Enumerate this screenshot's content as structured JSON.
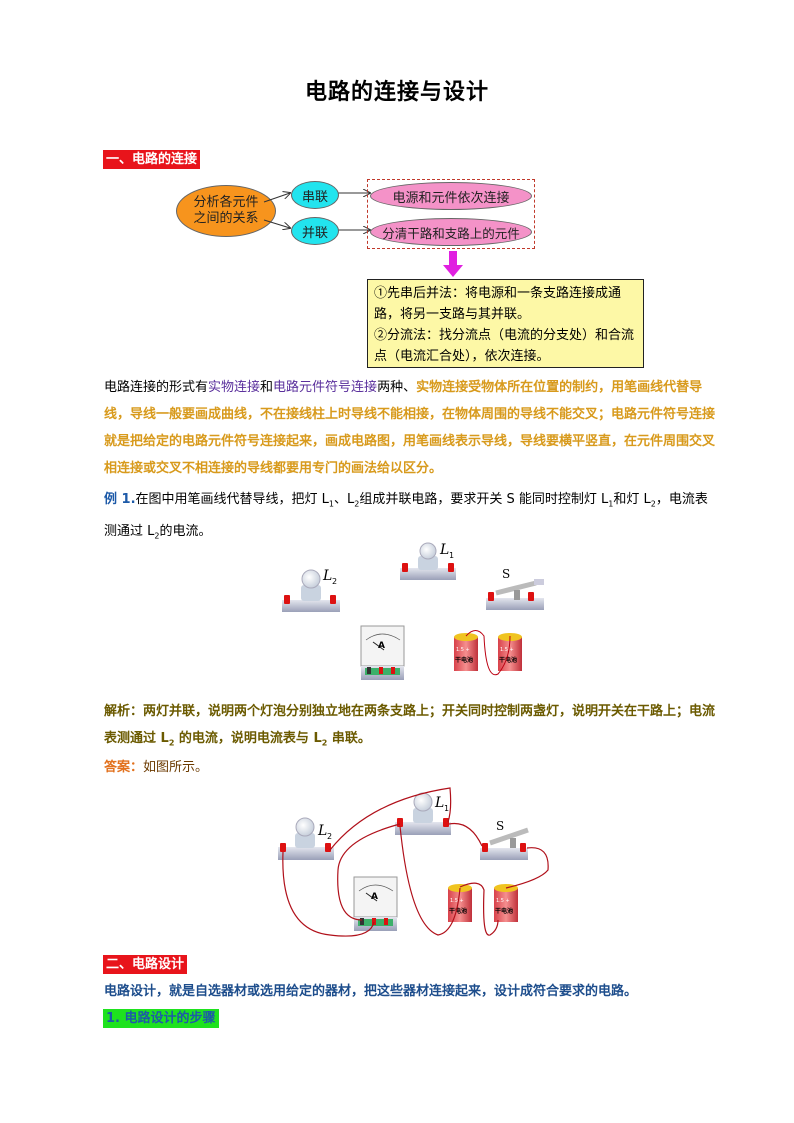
{
  "title": "电路的连接与设计",
  "section1": {
    "heading": "一、电路的连接",
    "diagram": {
      "center": "分析各元件之间的关系",
      "center_line1": "分析各元件",
      "center_line2": "之间的关系",
      "series": "串联",
      "parallel": "并联",
      "series_desc": "电源和元件依次连接",
      "parallel_desc": "分清干路和支路上的元件",
      "methods": [
        "①先串后并法：将电源和一条支路连接成通路，将另一支路与其并联。",
        "②分流法：找分流点（电流的分支处）和合流点（电流汇合处），依次连接。"
      ],
      "colors": {
        "orange": "#f7941d",
        "cyan": "#22e4ee",
        "pink": "#f492c8",
        "yellow": "#fdf8a6",
        "arrow": "#e020e0"
      }
    },
    "para1": {
      "p1": "电路连接的形式有",
      "p2": "实物连接",
      "p3": "和",
      "p4": "电路元件符号连接",
      "p5": "两种、",
      "p6": "实物连接受物体所在位置的制约，用笔画线代替导线，导线一般要画成曲线，不在接线柱上时导线不能相接，在物体周围的导线不能交叉；电路元件符号连接就是把给定的电路元件符号连接起来，画成电路图，用笔画线表示导线，导线要横平竖直，在元件周围交叉相连接或交叉不相连接的导线都要用专门的画法给以区分。"
    },
    "example": {
      "label": "例 1.",
      "text_a": "在图中用笔画线代替导线，把灯 L",
      "text_b": "、L",
      "text_c": "组成并联电路，要求开关 S 能同时控制灯 L",
      "text_d": "和灯 L",
      "text_e": "，电流表测通过 L",
      "text_f": "的电流。",
      "sub1": "1",
      "sub2": "2"
    },
    "figure1": {
      "L1": "L",
      "L2": "L",
      "S": "S",
      "A": "A",
      "battery": "1.5+ 干电池"
    },
    "analysis": {
      "label": "解析",
      "colon": "：",
      "text_a": "两灯并联，说明两个灯泡分别独立地在两条支路上；开关同时控制两盏灯，说明开关在干路上；电流表测通过 L",
      "text_b": " 的电流，说明电流表与 L",
      "text_c": " 串联。",
      "sub": "2"
    },
    "answer": {
      "label": "答案",
      "colon": "：",
      "text": "如图所示。"
    }
  },
  "section2": {
    "heading": "二、电路设计",
    "para": "电路设计，就是自选器材或选用给定的器材，把这些器材连接起来，设计成符合要求的电路。",
    "sub_heading": "1. 电路设计的步骤"
  }
}
